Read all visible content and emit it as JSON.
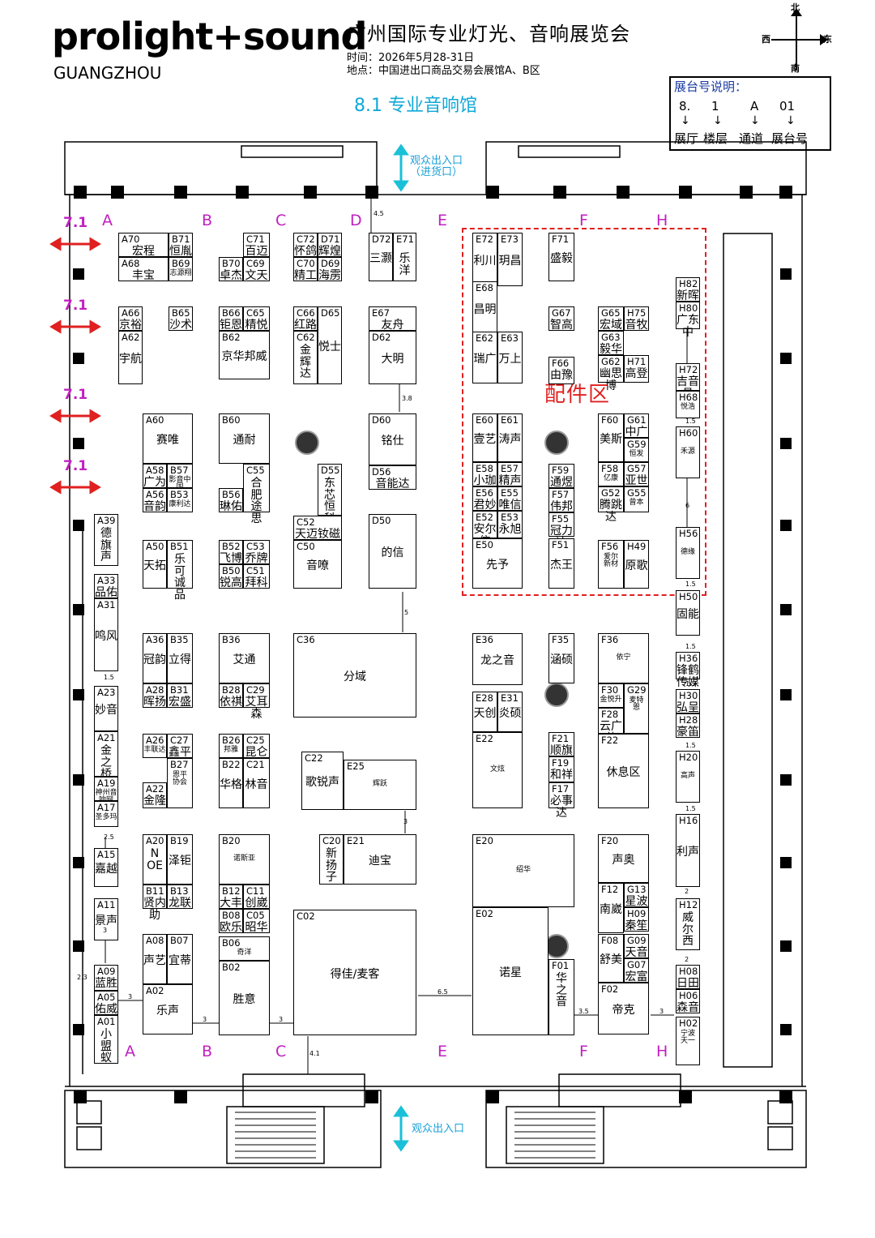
{
  "logo": {
    "main": "prolight+sound",
    "sub": "GUANGZHOU"
  },
  "header": {
    "title": "广州国际专业灯光、音响展览会",
    "time": "时间：2026年5月28-31日",
    "venue": "地点：中国进出口商品交易会展馆A、B区"
  },
  "hall_title": "8.1 专业音响馆",
  "legend": {
    "title": "展台号说明：",
    "parts": [
      "8.",
      "1",
      "A",
      "01"
    ],
    "labels": [
      "展厅",
      "楼层",
      "通道",
      "展台号"
    ]
  },
  "compass": {
    "n": "北",
    "s": "南",
    "w": "西",
    "e": "东"
  },
  "entrances": {
    "top": "观众出入口\n（进货口）",
    "bottom": "观众出入口"
  },
  "columns_top": [
    "A",
    "B",
    "C",
    "D",
    "E",
    "F",
    "H"
  ],
  "columns_bottom": [
    "A",
    "B",
    "C",
    "E",
    "F",
    "H"
  ],
  "side_labels": [
    "7.1",
    "7.1",
    "7.1",
    "7.1"
  ],
  "zone_label": "配件区",
  "booths": [
    {
      "id": "A70",
      "name": "宏程"
    },
    {
      "id": "B71",
      "name": "恒胤"
    },
    {
      "id": "A68",
      "name": "丰宝"
    },
    {
      "id": "B69",
      "name": "志源翔"
    },
    {
      "id": "C71",
      "name": "百迈"
    },
    {
      "id": "B70",
      "name": "卓杰"
    },
    {
      "id": "C69",
      "name": "文天"
    },
    {
      "id": "C72",
      "name": "怀鸽"
    },
    {
      "id": "D71",
      "name": "辉煌"
    },
    {
      "id": "C70",
      "name": "精工"
    },
    {
      "id": "D69",
      "name": "海雳"
    },
    {
      "id": "D72",
      "name": "三灏"
    },
    {
      "id": "E71",
      "name": "乐洋"
    },
    {
      "id": "A66",
      "name": "京裕"
    },
    {
      "id": "B65",
      "name": "沙术"
    },
    {
      "id": "A62",
      "name": "宇航"
    },
    {
      "id": "B66",
      "name": "钜恩"
    },
    {
      "id": "C65",
      "name": "精悦"
    },
    {
      "id": "B62",
      "name": "京华邦威"
    },
    {
      "id": "C66",
      "name": "红路"
    },
    {
      "id": "D65",
      "name": "悦士"
    },
    {
      "id": "C62",
      "name": "金辉达"
    },
    {
      "id": "E67",
      "name": "友舟"
    },
    {
      "id": "D62",
      "name": "大明"
    },
    {
      "id": "A60",
      "name": "赛唯"
    },
    {
      "id": "A58",
      "name": "广为"
    },
    {
      "id": "B57",
      "name": "影音中国"
    },
    {
      "id": "A56",
      "name": "音韵"
    },
    {
      "id": "B53",
      "name": "康利达"
    },
    {
      "id": "B60",
      "name": "通耐"
    },
    {
      "id": "C55",
      "name": "合肥途思"
    },
    {
      "id": "B56",
      "name": "琳佑"
    },
    {
      "id": "D55",
      "name": "东芯恒科"
    },
    {
      "id": "C52",
      "name": "天迈钕磁"
    },
    {
      "id": "C50",
      "name": "音嘹"
    },
    {
      "id": "D60",
      "name": "铭仕"
    },
    {
      "id": "D56",
      "name": "音能达"
    },
    {
      "id": "D50",
      "name": "的信"
    },
    {
      "id": "A50",
      "name": "天拓"
    },
    {
      "id": "B51",
      "name": "乐可诚品"
    },
    {
      "id": "B52",
      "name": "飞博"
    },
    {
      "id": "C53",
      "name": "乔牌"
    },
    {
      "id": "B50",
      "name": "锐高"
    },
    {
      "id": "C51",
      "name": "拜科"
    },
    {
      "id": "A39",
      "name": "德旗声"
    },
    {
      "id": "A33",
      "name": "品佑"
    },
    {
      "id": "A31",
      "name": "鸣风"
    },
    {
      "id": "A23",
      "name": "妙音"
    },
    {
      "id": "A21",
      "name": "金之桥"
    },
    {
      "id": "A19",
      "name": "神州音响网"
    },
    {
      "id": "A17",
      "name": "圣多玛"
    },
    {
      "id": "A15",
      "name": "嘉越"
    },
    {
      "id": "A11",
      "name": "景声"
    },
    {
      "id": "A09",
      "name": "蓝胜"
    },
    {
      "id": "A05",
      "name": "佑威"
    },
    {
      "id": "A01",
      "name": "小盟蚁"
    },
    {
      "id": "A36",
      "name": "冠韵"
    },
    {
      "id": "B35",
      "name": "立得"
    },
    {
      "id": "A28",
      "name": "晖扬"
    },
    {
      "id": "B31",
      "name": "宏盛"
    },
    {
      "id": "B36",
      "name": "艾通"
    },
    {
      "id": "B28",
      "name": "依祺"
    },
    {
      "id": "C29",
      "name": "艾耳森"
    },
    {
      "id": "C36",
      "name": "分域"
    },
    {
      "id": "A26",
      "name": "丰联达"
    },
    {
      "id": "C27",
      "name": "鑫平"
    },
    {
      "id": "B27",
      "name": "恩平协会"
    },
    {
      "id": "A22",
      "name": "金隆"
    },
    {
      "id": "B26",
      "name": "邦雅"
    },
    {
      "id": "C25",
      "name": "昆仑五金"
    },
    {
      "id": "B22",
      "name": "华格"
    },
    {
      "id": "C21",
      "name": "林音"
    },
    {
      "id": "C22",
      "name": "歌锐声"
    },
    {
      "id": "E25",
      "name": "辉跃"
    },
    {
      "id": "A20",
      "name": "NOE"
    },
    {
      "id": "B19",
      "name": "泽钜"
    },
    {
      "id": "B11",
      "name": "贤内助"
    },
    {
      "id": "B13",
      "name": "龙联"
    },
    {
      "id": "B20",
      "name": "诺斯亚"
    },
    {
      "id": "B12",
      "name": "大丰"
    },
    {
      "id": "C11",
      "name": "创崴"
    },
    {
      "id": "B08",
      "name": "欧乐"
    },
    {
      "id": "C05",
      "name": "昭华"
    },
    {
      "id": "B06",
      "name": "奇洋"
    },
    {
      "id": "B02",
      "name": "胜意"
    },
    {
      "id": "C20",
      "name": "新扬子"
    },
    {
      "id": "E21",
      "name": "迪宝"
    },
    {
      "id": "A08",
      "name": "声艺"
    },
    {
      "id": "B07",
      "name": "宜蒂"
    },
    {
      "id": "A02",
      "name": "乐声"
    },
    {
      "id": "C02",
      "name": "得佳/麦客"
    },
    {
      "id": "E72",
      "name": "利川"
    },
    {
      "id": "E73",
      "name": "玥昌"
    },
    {
      "id": "E68",
      "name": "昌明"
    },
    {
      "id": "E62",
      "name": "瑞广"
    },
    {
      "id": "E63",
      "name": "万上"
    },
    {
      "id": "F71",
      "name": "盛毅"
    },
    {
      "id": "G67",
      "name": "智高"
    },
    {
      "id": "F66",
      "name": "由豫"
    },
    {
      "id": "G65",
      "name": "宏域"
    },
    {
      "id": "H75",
      "name": "音牧"
    },
    {
      "id": "G63",
      "name": "毅华"
    },
    {
      "id": "G62",
      "name": "幽思博"
    },
    {
      "id": "H71",
      "name": "高登"
    },
    {
      "id": "E60",
      "name": "壹艺"
    },
    {
      "id": "E61",
      "name": "涛声"
    },
    {
      "id": "E58",
      "name": "小珈"
    },
    {
      "id": "E57",
      "name": "精声"
    },
    {
      "id": "E56",
      "name": "君妙"
    },
    {
      "id": "E55",
      "name": "唯信"
    },
    {
      "id": "E52",
      "name": "安尔信"
    },
    {
      "id": "E53",
      "name": "永旭"
    },
    {
      "id": "E50",
      "name": "先予"
    },
    {
      "id": "F59",
      "name": "通煜"
    },
    {
      "id": "F57",
      "name": "伟邦"
    },
    {
      "id": "F55",
      "name": "冠力达"
    },
    {
      "id": "F51",
      "name": "杰王"
    },
    {
      "id": "F60",
      "name": "美斯"
    },
    {
      "id": "G61",
      "name": "中广视讯"
    },
    {
      "id": "G59",
      "name": "恒发"
    },
    {
      "id": "F58",
      "name": "亿康"
    },
    {
      "id": "G57",
      "name": "亚世优"
    },
    {
      "id": "G52",
      "name": "腾跳达"
    },
    {
      "id": "G55",
      "name": "曾本"
    },
    {
      "id": "F56",
      "name": "爱尔新材"
    },
    {
      "id": "H49",
      "name": "原歌"
    },
    {
      "id": "H82",
      "name": "新晖"
    },
    {
      "id": "H80",
      "name": "广东中"
    },
    {
      "id": "H72",
      "name": "吉音昌"
    },
    {
      "id": "H68",
      "name": "悦浩"
    },
    {
      "id": "H60",
      "name": "禾源"
    },
    {
      "id": "H56",
      "name": "德缘"
    },
    {
      "id": "H50",
      "name": "固能"
    },
    {
      "id": "H36",
      "name": "锋鹤传媒"
    },
    {
      "id": "H30",
      "name": "弘呈"
    },
    {
      "id": "H28",
      "name": "豪笛"
    },
    {
      "id": "H20",
      "name": "高声"
    },
    {
      "id": "H16",
      "name": "利声"
    },
    {
      "id": "H12",
      "name": "威尔西"
    },
    {
      "id": "H08",
      "name": "日田"
    },
    {
      "id": "H06",
      "name": "森音"
    },
    {
      "id": "H02",
      "name": "宁波天一"
    },
    {
      "id": "E36",
      "name": "龙之音"
    },
    {
      "id": "E28",
      "name": "天创"
    },
    {
      "id": "E31",
      "name": "炎硕"
    },
    {
      "id": "E22",
      "name": "文炫"
    },
    {
      "id": "F35",
      "name": "涵硕"
    },
    {
      "id": "F21",
      "name": "顺旗"
    },
    {
      "id": "F19",
      "name": "和祥"
    },
    {
      "id": "F17",
      "name": "必事达"
    },
    {
      "id": "F36",
      "name": "依宁"
    },
    {
      "id": "F30",
      "name": "金悦升"
    },
    {
      "id": "G29",
      "name": "麦特恩"
    },
    {
      "id": "F28",
      "name": "云广芯"
    },
    {
      "id": "F22",
      "name": "休息区"
    },
    {
      "id": "E20",
      "name": "绍华"
    },
    {
      "id": "E02",
      "name": "诺星"
    },
    {
      "id": "F01",
      "name": "华之音"
    },
    {
      "id": "F20",
      "name": "声奥"
    },
    {
      "id": "F12",
      "name": "南崴"
    },
    {
      "id": "G13",
      "name": "星波"
    },
    {
      "id": "H09",
      "name": "秦笙"
    },
    {
      "id": "F08",
      "name": "舒美"
    },
    {
      "id": "G09",
      "name": "天音"
    },
    {
      "id": "G07",
      "name": "宏富"
    },
    {
      "id": "F02",
      "name": "帝克"
    }
  ],
  "dimensions": [
    "4.5",
    "3.8",
    "5",
    "3",
    "4.1",
    "6.5",
    "3.5",
    "3",
    "3",
    "3",
    "3",
    "2.5",
    "3",
    "1.5",
    "2.3",
    "2",
    "1.5",
    "1.5",
    "1.5",
    "1.5",
    "1.5",
    "1.5",
    "2",
    "6"
  ],
  "colors": {
    "accent_blue": "#10a8d8",
    "zone_red": "#e02020",
    "aisle_magenta": "#c020c0",
    "legend_blue": "#1a3aa0"
  }
}
